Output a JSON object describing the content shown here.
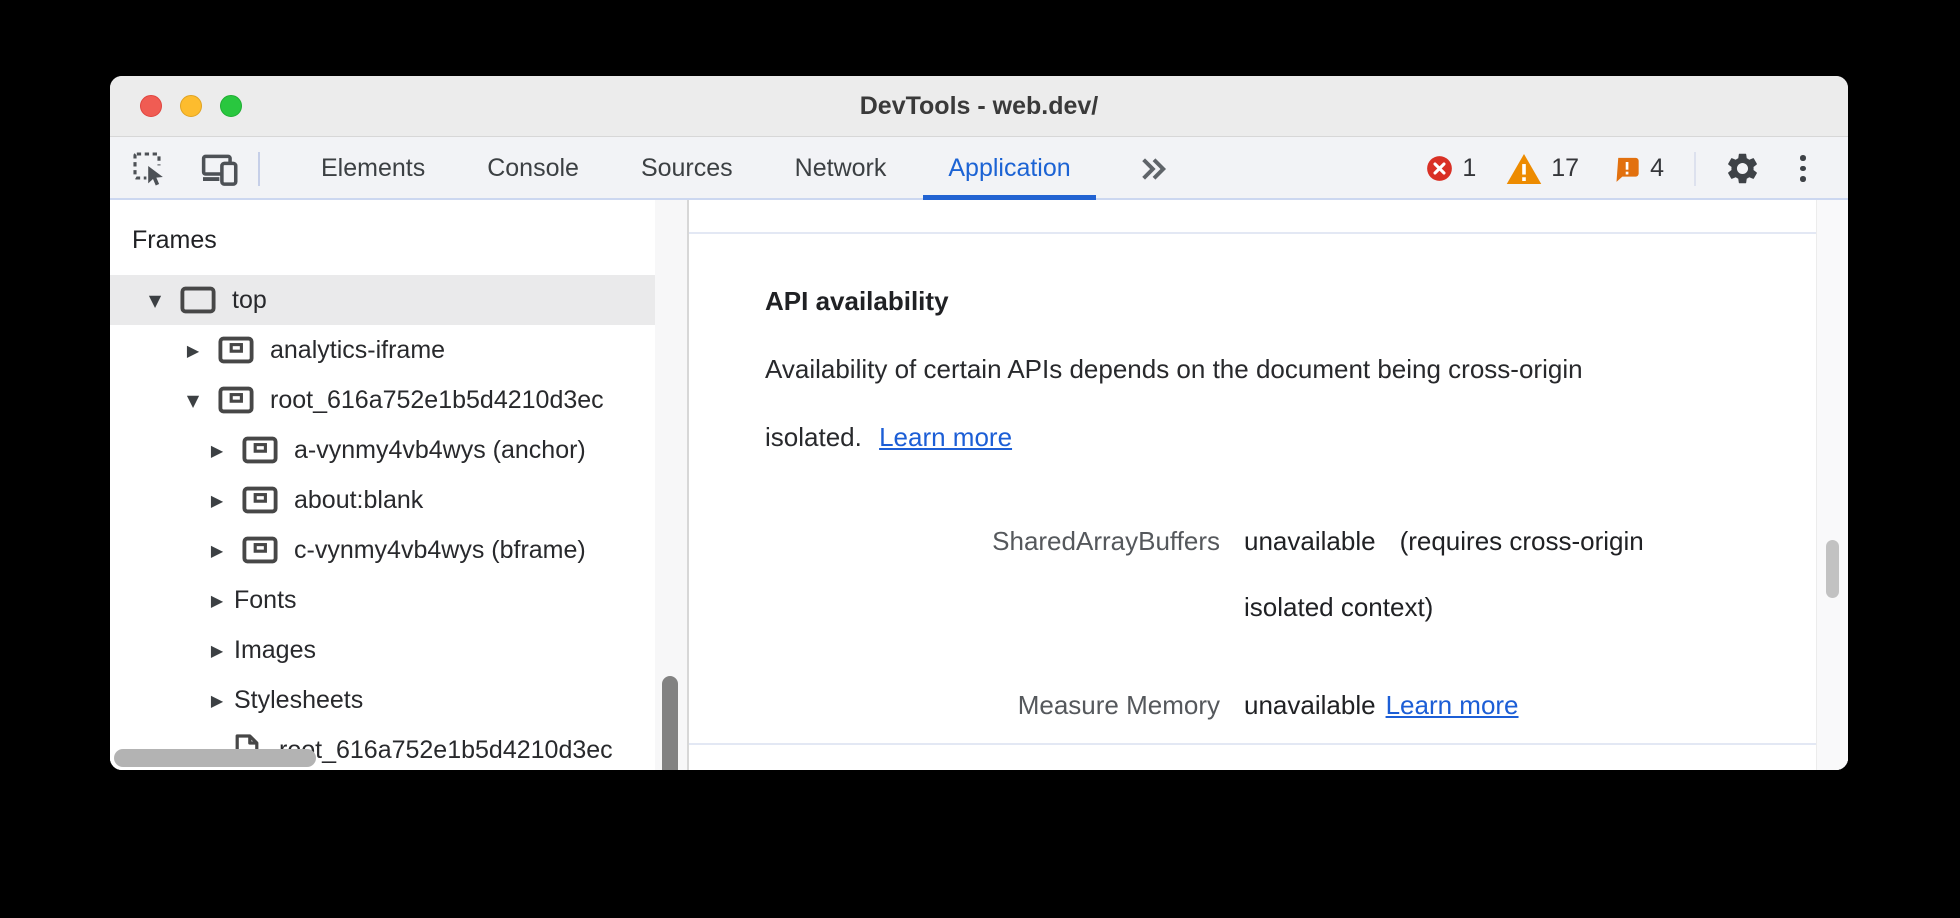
{
  "window": {
    "title": "DevTools - web.dev/"
  },
  "toolbar": {
    "tabs": [
      "Elements",
      "Console",
      "Sources",
      "Network",
      "Application"
    ],
    "active_tab": "Application",
    "error_count": "1",
    "warning_count": "17",
    "issue_count": "4"
  },
  "icons": {
    "expanded": "▼",
    "collapsed": "▶"
  },
  "sidebar": {
    "section_title": "Frames",
    "tree": [
      {
        "label": "top"
      },
      {
        "label": "analytics-iframe"
      },
      {
        "label": "root_616a752e1b5d4210d3ec"
      },
      {
        "label": "a-vynmy4vb4wys (anchor)"
      },
      {
        "label": "about:blank"
      },
      {
        "label": "c-vynmy4vb4wys (bframe)"
      },
      {
        "label": "Fonts"
      },
      {
        "label": "Images"
      },
      {
        "label": "Stylesheets"
      },
      {
        "label": "root_616a752e1b5d4210d3ec"
      }
    ]
  },
  "main": {
    "section_title": "API availability",
    "description_line1": "Availability of certain APIs depends on the document being cross-origin",
    "description_line2": "isolated.",
    "learn_more": "Learn more",
    "rows": [
      {
        "name": "SharedArrayBuffers",
        "value": "unavailable",
        "note_line1": "(requires cross-origin",
        "note_line2": "isolated context)"
      },
      {
        "name": "Measure Memory",
        "value": "unavailable",
        "link": "Learn more"
      }
    ]
  },
  "colors": {
    "accent_blue": "#1c63d4",
    "link_blue": "#1c5ed6",
    "error_red": "#d93025",
    "warning_orange": "#ed8b00",
    "issue_orange": "#e2700e"
  }
}
